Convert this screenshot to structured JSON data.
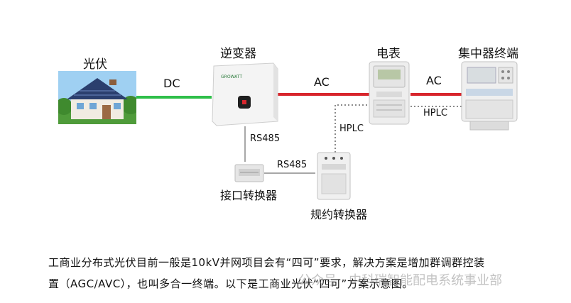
{
  "nodes": {
    "pv": "光伏",
    "inverter": "逆变器",
    "meter": "电表",
    "concentrator": "集中器终端",
    "interface_converter": "接口转换器",
    "protocol_converter": "规约转换器"
  },
  "links": {
    "dc": "DC",
    "ac_inverter_meter": "AC",
    "ac_meter_concentrator": "AC",
    "hplc_meter_concentrator": "HPLC",
    "hplc_protocol_meter": "HPLC",
    "rs485_inverter_interface": "RS485",
    "rs485_interface_protocol": "RS485"
  },
  "inverter_brand": "GROWATT",
  "caption": {
    "line1": "工商业分布式光伏目前一般是10kV并网项目会有“四可”要求，解决方案是增加群调群控装",
    "line2": "置（AGC/AVC），也叫多合一终端。以下是工商业光伏“四可”方案示意图。"
  },
  "watermark": "公众号 · 中科瑞智能配电系统事业部",
  "colors": {
    "dc_line": "#2fbf4a",
    "ac_line": "#d8262c",
    "comm_line": "#8a8a8a"
  }
}
